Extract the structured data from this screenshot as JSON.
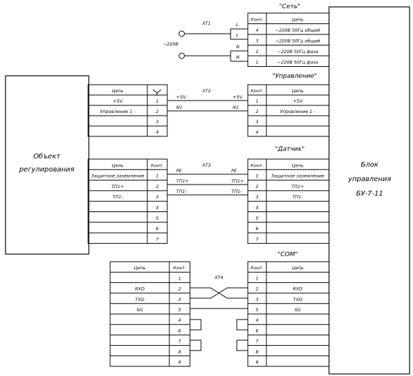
{
  "left_block": {
    "lines": [
      "Объект",
      "регулирования"
    ]
  },
  "right_block": {
    "lines": [
      "Блок",
      "управления",
      "БУ-7-11"
    ]
  },
  "headers": {
    "tsep": "Цепь",
    "kont": "Конт."
  },
  "power": {
    "title": "\"Сеть\"",
    "connector": "XT1",
    "voltage": "~220В",
    "wires": [
      "L",
      "L",
      "N",
      "N"
    ],
    "rows": [
      {
        "k": "4",
        "c": "~220В 50Гц общий"
      },
      {
        "k": "3",
        "c": "~220В 50Гц общий"
      },
      {
        "k": "2",
        "c": "~220В 50Гц фаза"
      },
      {
        "k": "1",
        "c": "~220В 50Гц фаза"
      }
    ]
  },
  "control": {
    "title": "\"Управление\"",
    "connector": "XT2",
    "wire_left": [
      "+5V",
      "N1"
    ],
    "wire_right": [
      "+5V",
      "N1"
    ],
    "left_rows": [
      {
        "c": "+5V",
        "k": "1"
      },
      {
        "c": "Упровление 1 -",
        "k": "2"
      },
      {
        "c": "",
        "k": "3"
      },
      {
        "c": "",
        "k": "4"
      }
    ],
    "right_rows": [
      {
        "k": "1",
        "c": "+5V"
      },
      {
        "k": "2",
        "c": "Упровление 1 -"
      },
      {
        "k": "3",
        "c": ""
      },
      {
        "k": "4",
        "c": ""
      }
    ]
  },
  "sensor": {
    "title": "\"Датчик\"",
    "connector": "XT3",
    "wire_left": [
      "PE",
      "ТП1+",
      "ТП1-"
    ],
    "wire_right": [
      "PE",
      "ТП1+",
      "ТП1-"
    ],
    "left_rows": [
      {
        "c": "Защитное заземление",
        "k": "1"
      },
      {
        "c": "ТП1+",
        "k": "2"
      },
      {
        "c": "ТП1-",
        "k": "3"
      },
      {
        "c": "",
        "k": "4"
      },
      {
        "c": "",
        "k": "5"
      },
      {
        "c": "",
        "k": "6"
      },
      {
        "c": "",
        "k": "7"
      }
    ],
    "right_rows": [
      {
        "k": "1",
        "c": "Защитное заземление"
      },
      {
        "k": "2",
        "c": "ТП1+"
      },
      {
        "k": "3",
        "c": "ТП1-"
      },
      {
        "k": "4",
        "c": ""
      },
      {
        "k": "5",
        "c": ""
      },
      {
        "k": "6",
        "c": ""
      },
      {
        "k": "7",
        "c": ""
      }
    ]
  },
  "com": {
    "title": "\"COM\"",
    "connector": "XT4",
    "left_rows": [
      {
        "c": "",
        "k": "1"
      },
      {
        "c": "RXD",
        "k": "2"
      },
      {
        "c": "TXD",
        "k": "3"
      },
      {
        "c": "SG",
        "k": "5"
      },
      {
        "c": "",
        "k": "4"
      },
      {
        "c": "",
        "k": "6"
      },
      {
        "c": "",
        "k": "7"
      },
      {
        "c": "",
        "k": "8"
      },
      {
        "c": "",
        "k": "9"
      }
    ],
    "right_rows": [
      {
        "k": "1",
        "c": ""
      },
      {
        "k": "2",
        "c": "RXD"
      },
      {
        "k": "3",
        "c": "TXD"
      },
      {
        "k": "5",
        "c": "SG"
      },
      {
        "k": "4",
        "c": ""
      },
      {
        "k": "6",
        "c": ""
      },
      {
        "k": "7",
        "c": ""
      },
      {
        "k": "8",
        "c": ""
      },
      {
        "k": "9",
        "c": ""
      }
    ]
  }
}
